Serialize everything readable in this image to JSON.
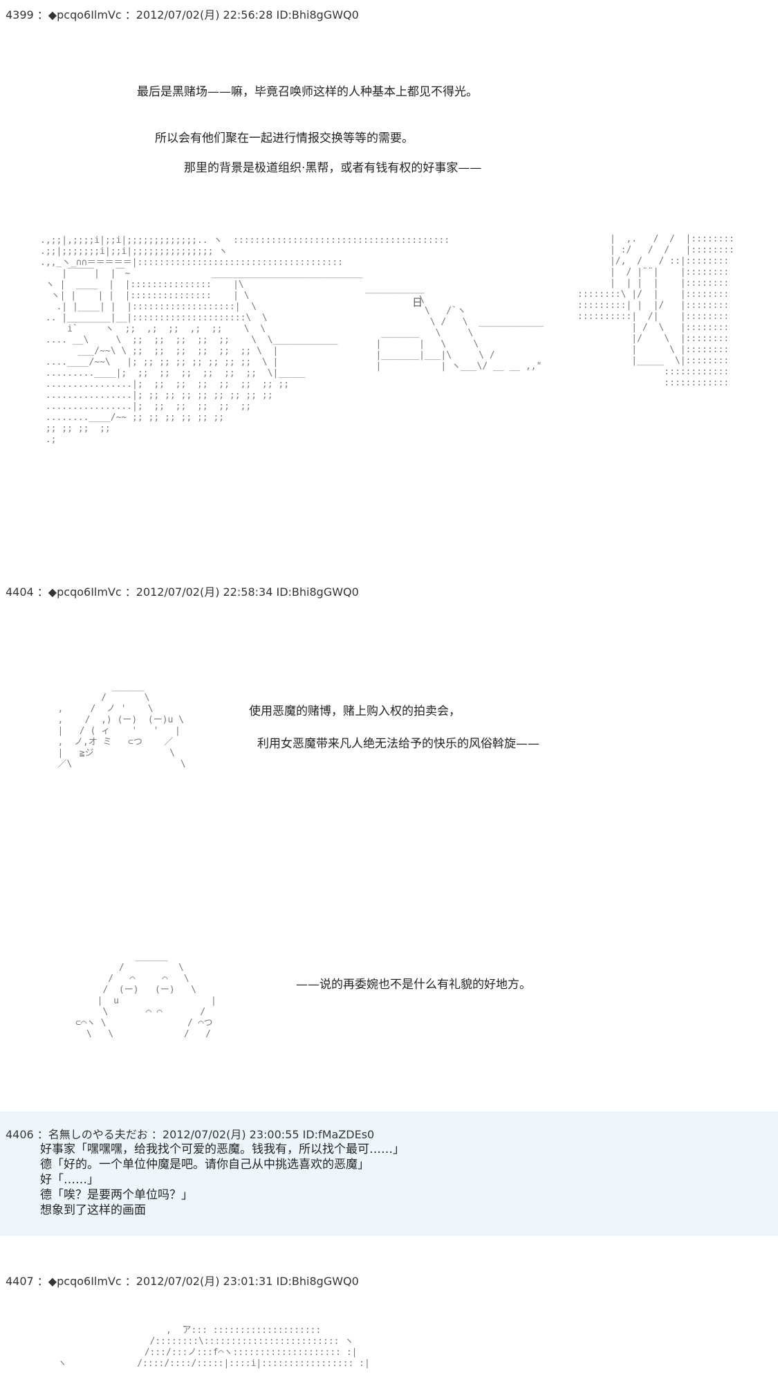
{
  "posts": [
    {
      "header": "4399 ：◆pcqo6IlmVc ：2012/07/02(月) 22:56:28 ID:Bhi8gGWQ0",
      "lines": [
        "最后是黑赌场——嘛，毕竟召唤师这样的人种基本上都见不得光。",
        "所以会有他们聚在一起进行情报交换等等的需要。",
        "那里的背景是极道组织·黑帮，或者有钱有权的好事家——"
      ],
      "art_label": "日"
    },
    {
      "header": "4404 ：◆pcqo6IlmVc ：2012/07/02(月) 22:58:34 ID:Bhi8gGWQ0",
      "lines": [
        "使用恶魔的赌博，赌上购入权的拍卖会，",
        "利用女恶魔带来凡人绝无法给予的快乐的风俗斡旋——",
        "——说的再委婉也不是什么有礼貌的好地方。"
      ]
    },
    {
      "header": "4406 ：名無しのやる夫だお ：2012/07/02(月) 23:00:55 ID:fMaZDEs0",
      "lines": [
        "好事家「嘿嘿嘿，给我找个可爱的恶魔。钱我有，所以找个最可……」",
        "德「好的。一个单位仲魔是吧。请你自己从中挑选喜欢的恶魔」",
        "好「……」",
        "德「唉？是要两个单位吗？」",
        "想象到了这样的画面"
      ]
    },
    {
      "header": "4407 ：◆pcqo6IlmVc ：2012/07/02(月) 23:01:31 ID:Bhi8gGWQ0"
    }
  ]
}
